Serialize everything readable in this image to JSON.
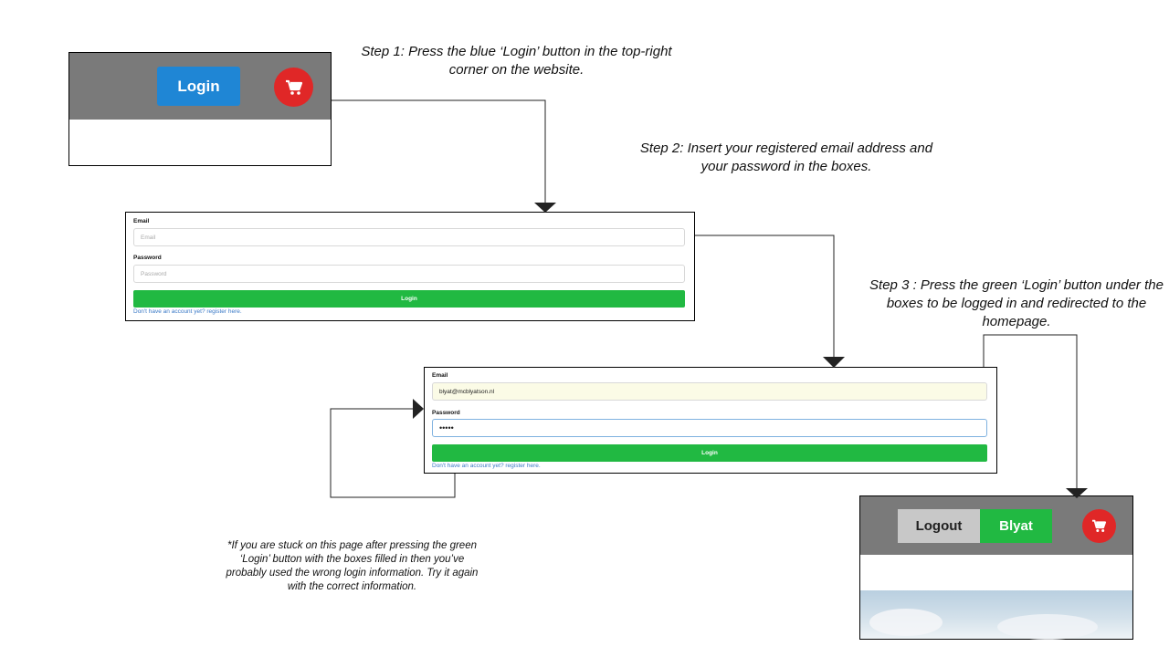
{
  "annotations": {
    "step1": "Step 1: Press the blue ‘Login’ button in the top-right corner on the website.",
    "step2": "Step 2: Insert your registered email address and your password in the boxes.",
    "step3": "Step 3 : Press the green ‘Login’ button under the boxes to be logged in and redirected to the homepage.",
    "footnote": "*If you are stuck on this page after pressing the green ‘Login’ button with the boxes filled in then you’ve probably used the wrong login information. Try it again with the correct information."
  },
  "screen1": {
    "login_label": "Login"
  },
  "form_empty": {
    "email_label": "Email",
    "email_placeholder": "Email",
    "password_label": "Password",
    "password_placeholder": "Password",
    "login_label": "Login",
    "register_link": "Don't have an account yet? register here."
  },
  "form_filled": {
    "email_label": "Email",
    "email_value": "blyat@mcblyatson.nl",
    "password_label": "Password",
    "password_value": "•••••",
    "login_label": "Login",
    "register_link": "Don't have an account yet? register here."
  },
  "screen_final": {
    "logout_label": "Logout",
    "user_label": "Blyat"
  },
  "colors": {
    "blue": "#1f86d5",
    "green": "#21b942",
    "red": "#e02727",
    "navbar": "#7a7a7a"
  },
  "icons": [
    "cart-icon",
    "arrow-icon"
  ]
}
